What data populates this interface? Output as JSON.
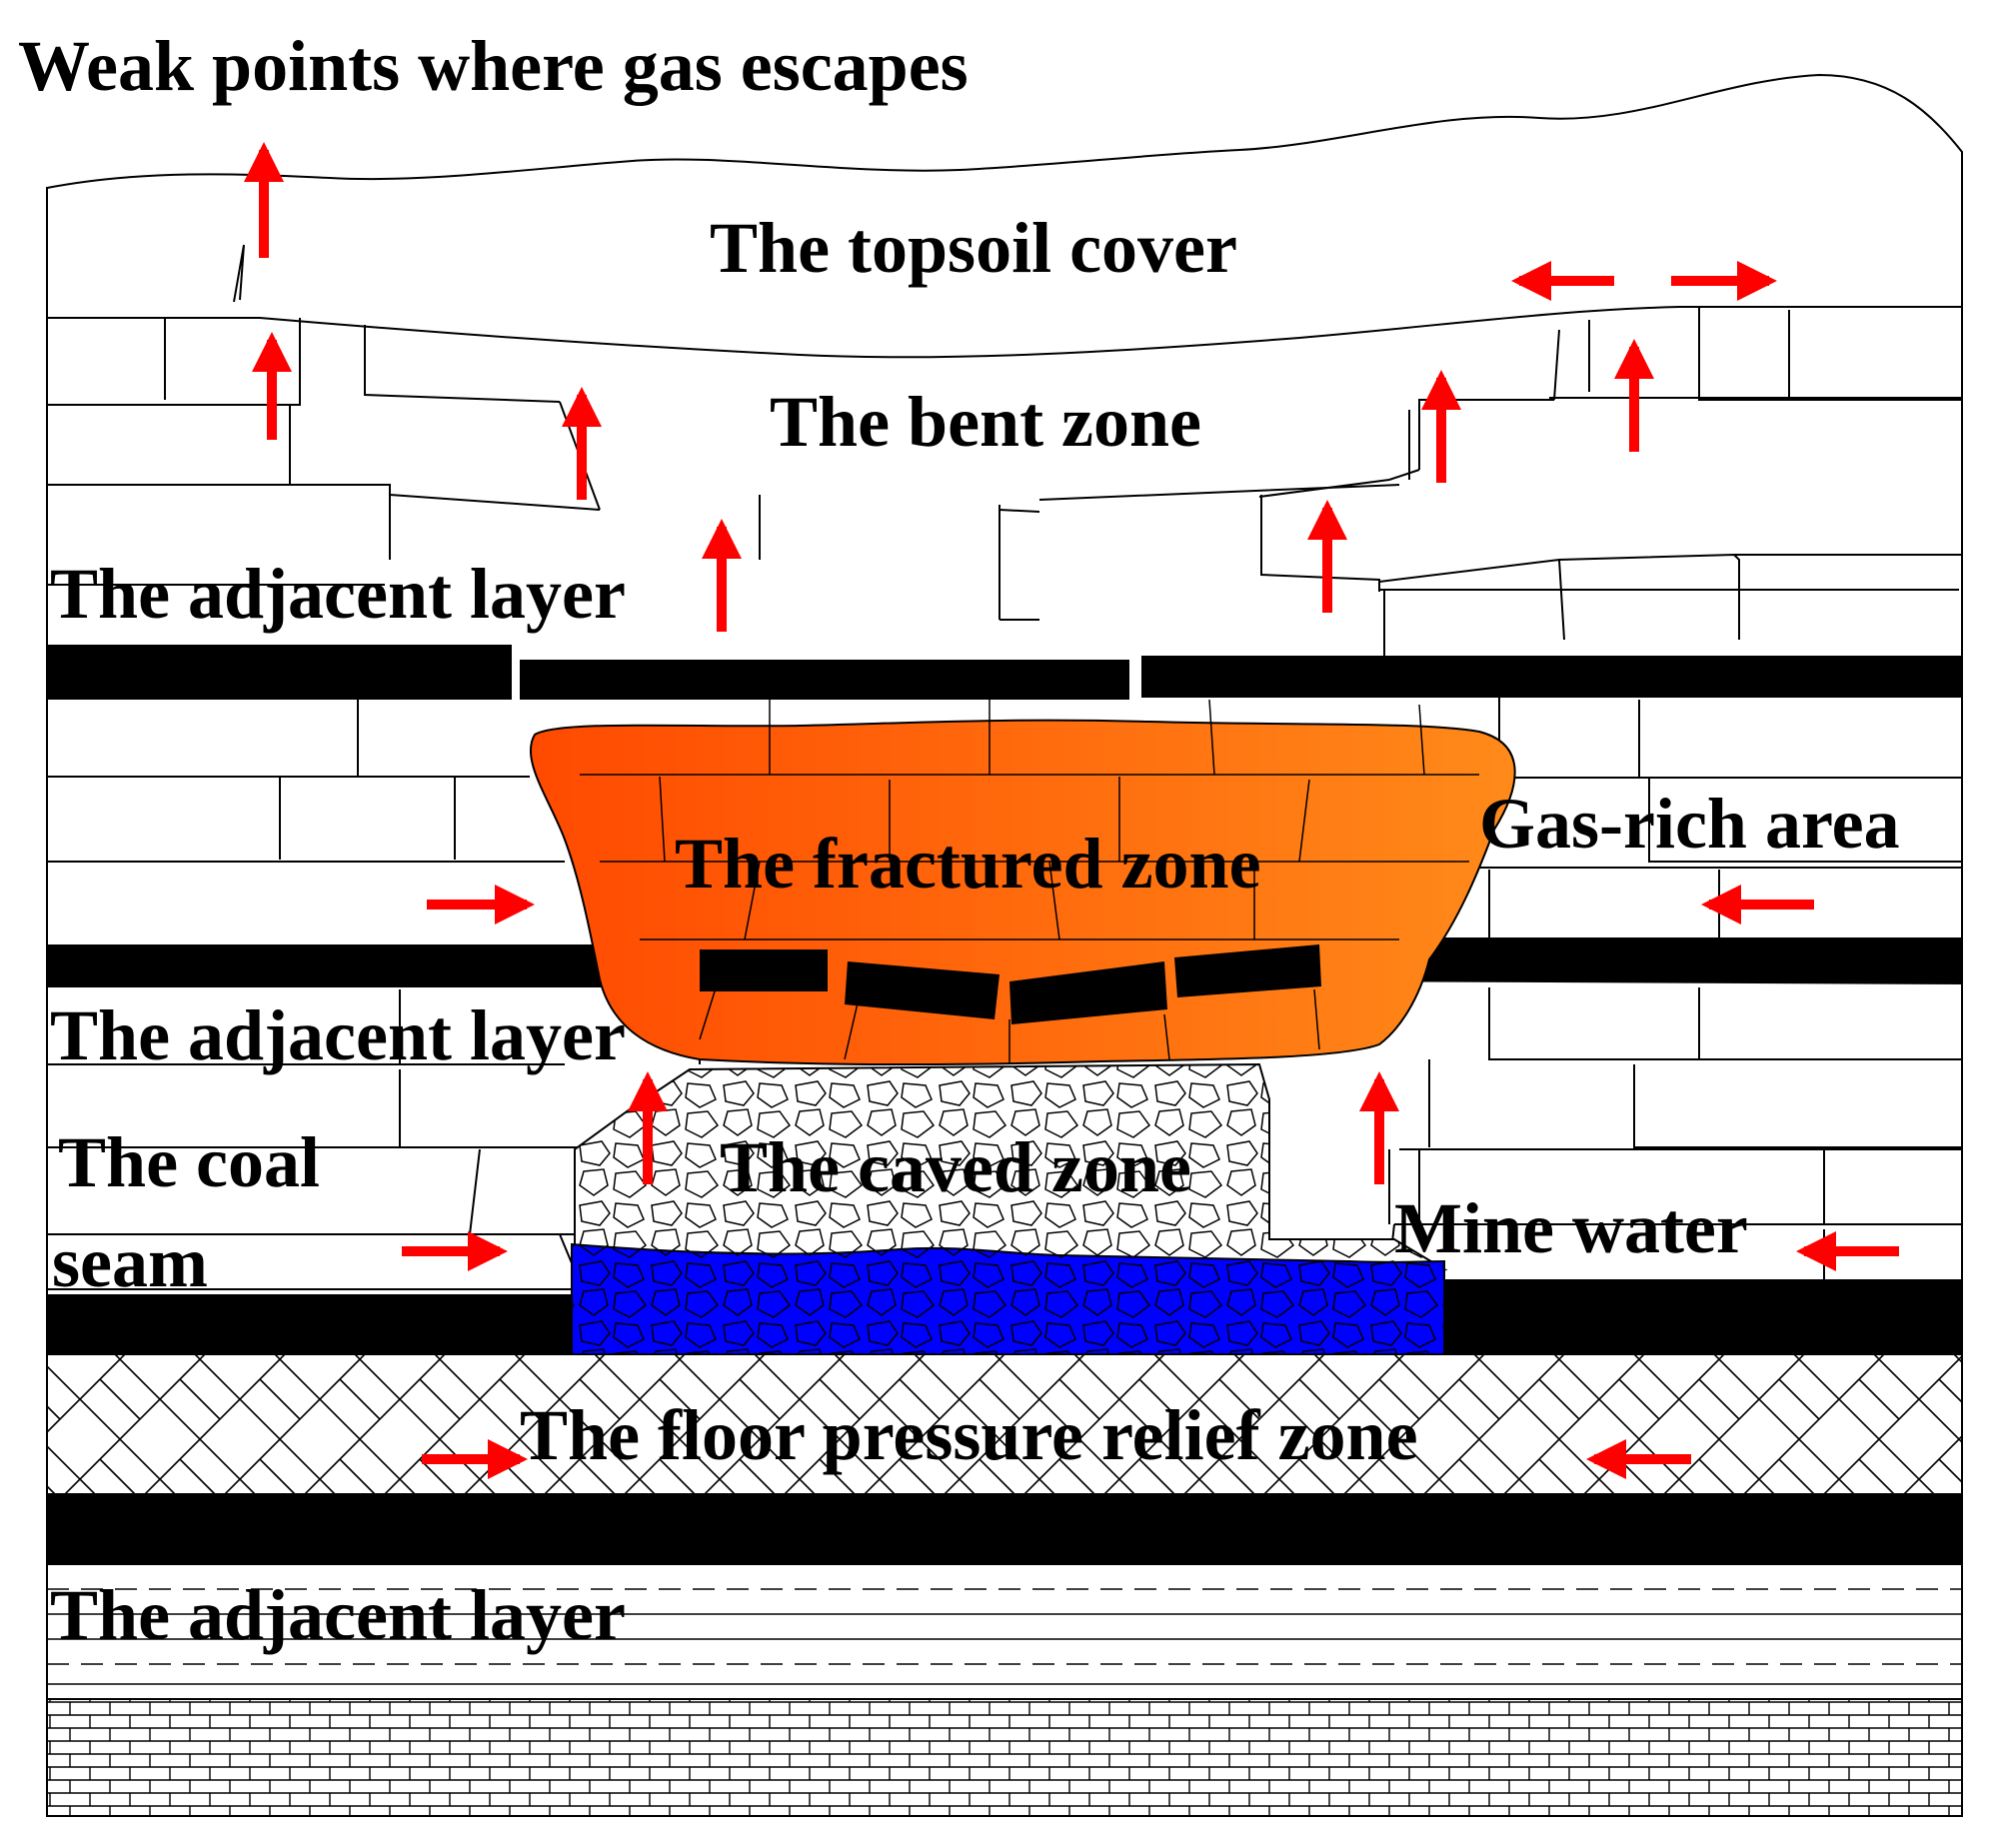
{
  "labels": {
    "title": "Weak points where gas escapes",
    "topsoil": "The topsoil cover",
    "bent_zone": "The bent zone",
    "adjacent_layer_top": "The adjacent layer",
    "gas_rich": "Gas-rich area",
    "fractured_zone": "The fractured zone",
    "adjacent_layer_mid": "The adjacent layer",
    "coal_seam_line1": "The coal",
    "coal_seam_line2": "seam",
    "caved_zone": "The caved zone",
    "mine_water": "Mine water",
    "floor_zone": "The floor pressure relief zone",
    "adjacent_layer_bottom": "The adjacent layer"
  },
  "colors": {
    "arrow": "#ff0000",
    "coal": "#000000",
    "water": "#0000ff",
    "fractured_start": "#ff4a00",
    "fractured_end": "#ff8a1a",
    "line": "#000000"
  },
  "icons": {
    "gas_flow": "red-arrow-icon"
  }
}
